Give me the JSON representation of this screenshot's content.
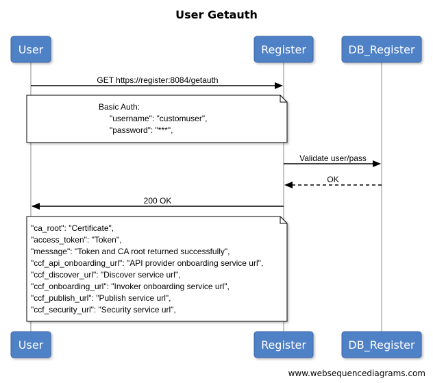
{
  "title": "User Getauth",
  "actors": {
    "user": "User",
    "register": "Register",
    "db_register": "DB_Register"
  },
  "messages": {
    "get_request": "GET https://register:8084/getauth",
    "validate": "Validate user/pass",
    "ok": "OK",
    "response": "200 OK"
  },
  "notes": {
    "auth": [
      "Basic Auth:",
      "\"username\": \"customuser\",",
      "\"password\": \"***\","
    ],
    "response_body": [
      "\"ca_root\": \"Certificate\",",
      "\"access_token\": \"Token\",",
      "\"message\": \"Token and CA root returned successfully\",",
      "\"ccf_api_onboarding_url\": \"API provider onboarding service url\",",
      "\"ccf_discover_url\": \"Discover service url\",",
      "\"ccf_onboarding_url\": \"Invoker onboarding service url\",",
      "\"ccf_publish_url\": \"Publish service url\",",
      "\"ccf_security_url\": \"Security service url\","
    ]
  },
  "footer": "www.websequencediagrams.com",
  "colors": {
    "actor_fill": "#4f81c7",
    "lifeline": "#b0b0b0",
    "arrow": "#000000"
  }
}
